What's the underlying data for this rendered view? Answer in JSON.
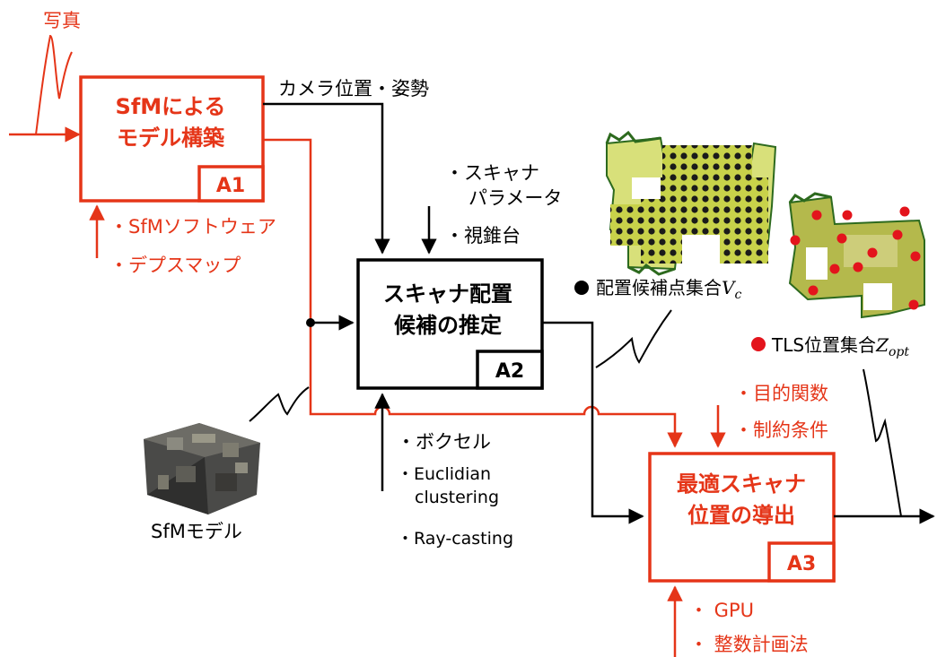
{
  "colors": {
    "red": "#e53518",
    "black": "#000000"
  },
  "photo_label": "写真",
  "boxes": {
    "a1": {
      "title_line1": "SfMによる",
      "title_line2": "モデル構築",
      "id": "A1"
    },
    "a2": {
      "title_line1": "スキャナ配置",
      "title_line2": "候補の推定",
      "id": "A2"
    },
    "a3": {
      "title_line1": "最適スキャナ",
      "title_line2": "位置の導出",
      "id": "A3"
    }
  },
  "labels": {
    "camera_pose": "カメラ位置・姿勢",
    "scanner_params_line1": "・スキャナ",
    "scanner_params_line2": "パラメータ",
    "frustum": "・視錐台",
    "sfm_software": "・SfMソフトウェア",
    "depth_map": "・デプスマップ",
    "voxel": "・ボクセル",
    "euclid_line1": "・Euclidian",
    "euclid_line2": "clustering",
    "raycasting": "・Ray-casting",
    "objective": "・目的関数",
    "constraints": "・制約条件",
    "gpu": "・ GPU",
    "ilp": "・ 整数計画法",
    "sfm_model": "SfMモデル",
    "candidates_text": "配置候補点集合",
    "candidates_var": "V",
    "candidates_sub": "c",
    "tls_text": "TLS位置集合",
    "tls_var": "Z",
    "tls_sub": "opt"
  },
  "images": {
    "sfm_model_icon": "sfm-model-thumbnail",
    "candidate_map": "candidate-point-map",
    "tls_map": "tls-position-map"
  }
}
